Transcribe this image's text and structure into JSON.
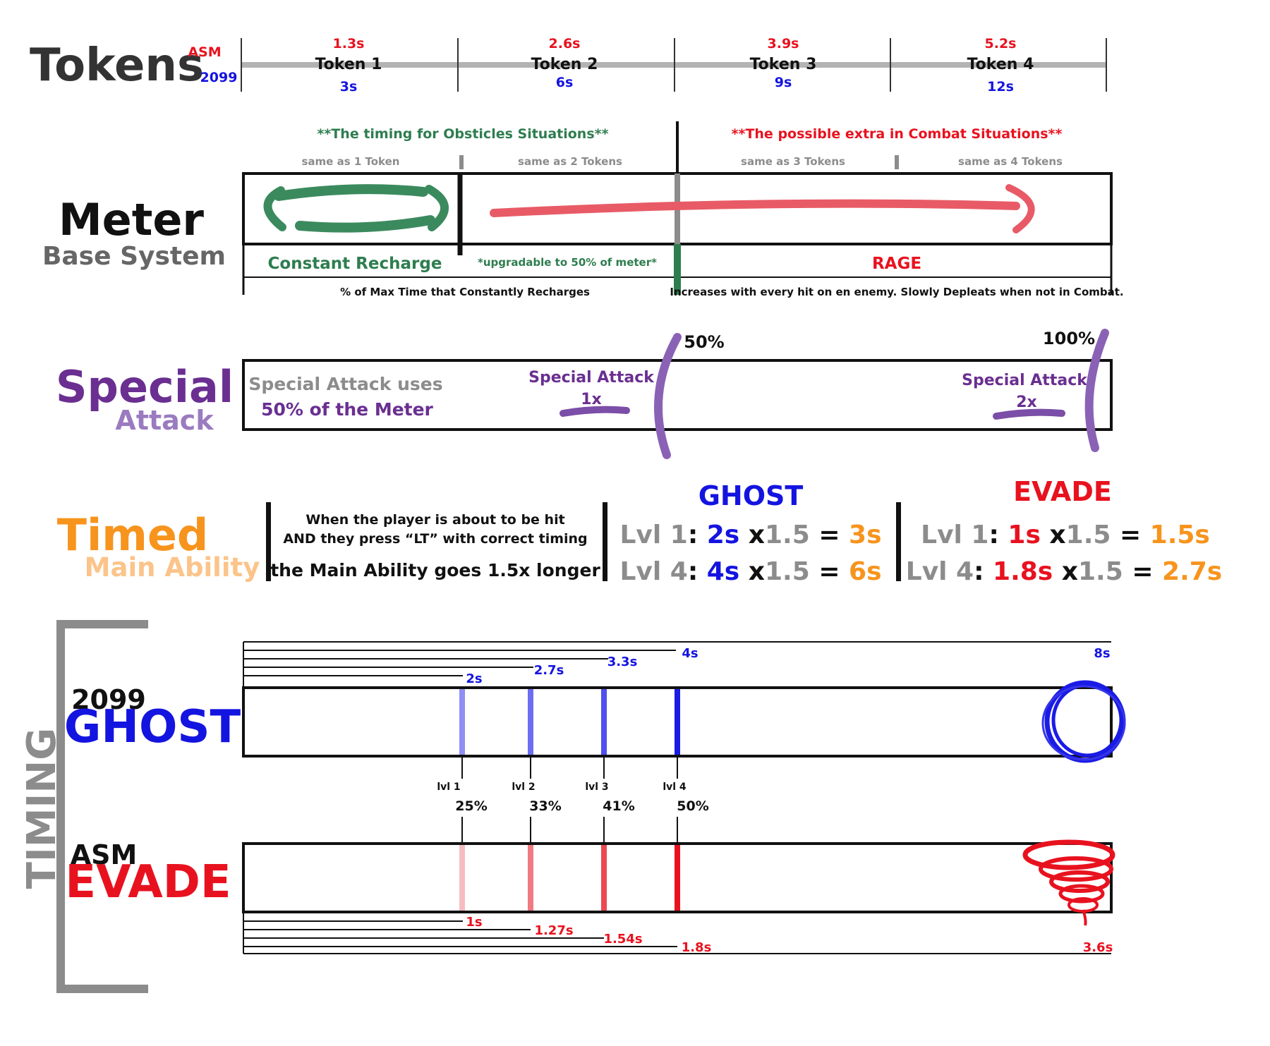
{
  "colors": {
    "black": "#111111",
    "dark_gray": "#333333",
    "gray": "#666666",
    "light_gray": "#8c8c8c",
    "timeline_gray": "#b3b3b3",
    "red": "#e8121f",
    "blue": "#1414e0",
    "green": "#2e7d4f",
    "purple": "#6a2f91",
    "light_purple": "#9b7bbf",
    "orange": "#f7941d",
    "light_orange": "#fbc48a",
    "pink_stroke": "#e85b66",
    "green_stroke": "#3b8a5e",
    "ghost_markers": [
      "#8f8ff5",
      "#6d6df2",
      "#4f4fee",
      "#1b1be6"
    ],
    "evade_markers": [
      "#f6bcc0",
      "#f07a82",
      "#ea4a53",
      "#e8121f"
    ]
  },
  "tokens": {
    "title": "Tokens",
    "asm_label": "ASM",
    "label_2099": "2099",
    "items": [
      {
        "name": "Token 1",
        "asm": "1.3s",
        "t2099": "3s"
      },
      {
        "name": "Token 2",
        "asm": "2.6s",
        "t2099": "6s"
      },
      {
        "name": "Token 3",
        "asm": "3.9s",
        "t2099": "9s"
      },
      {
        "name": "Token 4",
        "asm": "5.2s",
        "t2099": "12s"
      }
    ]
  },
  "meter": {
    "title": "Meter",
    "subtitle": "Base System",
    "obstacles_heading": "**The timing for Obsticles Situations**",
    "combat_heading": "**The possible extra in Combat Situations**",
    "same_as": [
      "same as 1 Token",
      "same as 2 Tokens",
      "same as 3 Tokens",
      "same as 4 Tokens"
    ],
    "constant_recharge": "Constant Recharge",
    "upgradable": "*upgradable to 50% of meter*",
    "rage": "RAGE",
    "recharge_desc": "% of Max Time that Constantly Recharges",
    "rage_desc": "Increases with every hit on en enemy. Slowly Depleats when not in Combat."
  },
  "special": {
    "title": "Special",
    "subtitle": "Attack",
    "desc_line1": "Special Attack uses",
    "desc_line2": "50% of the Meter",
    "marker1_label": "Special Attack",
    "marker1_mult": "1x",
    "marker1_pct": "50%",
    "marker2_label": "Special Attack",
    "marker2_mult": "2x",
    "marker2_pct": "100%"
  },
  "timed": {
    "title": "Timed",
    "subtitle": "Main Ability",
    "line1": "When the player is about to be hit",
    "line2": "AND they press “LT” with correct timing",
    "line3": "the Main Ability goes 1.5x longer",
    "ghost": {
      "heading": "GHOST",
      "rows": [
        {
          "lvl": "Lvl 1",
          "base": "2s",
          "mult": "1.5",
          "result": "3s"
        },
        {
          "lvl": "Lvl 4",
          "base": "4s",
          "mult": "1.5",
          "result": "6s"
        }
      ]
    },
    "evade": {
      "heading": "EVADE",
      "rows": [
        {
          "lvl": "Lvl 1",
          "base": "1s",
          "mult": "1.5",
          "result": "1.5s"
        },
        {
          "lvl": "Lvl 4",
          "base": "1.8s",
          "mult": "1.5",
          "result": "2.7s"
        }
      ]
    }
  },
  "timing": {
    "title": "TIMING",
    "ghost_prefix": "2099",
    "ghost_title": "GHOST",
    "evade_prefix": "ASM",
    "evade_title": "EVADE",
    "ghost_times": [
      "2s",
      "2.7s",
      "3.3s",
      "4s"
    ],
    "ghost_max": "8s",
    "evade_times": [
      "1s",
      "1.27s",
      "1.54s",
      "1.8s"
    ],
    "evade_max": "3.6s",
    "levels": [
      "lvl 1",
      "lvl 2",
      "lvl 3",
      "lvl 4"
    ],
    "percents": [
      "25%",
      "33%",
      "41%",
      "50%"
    ]
  }
}
